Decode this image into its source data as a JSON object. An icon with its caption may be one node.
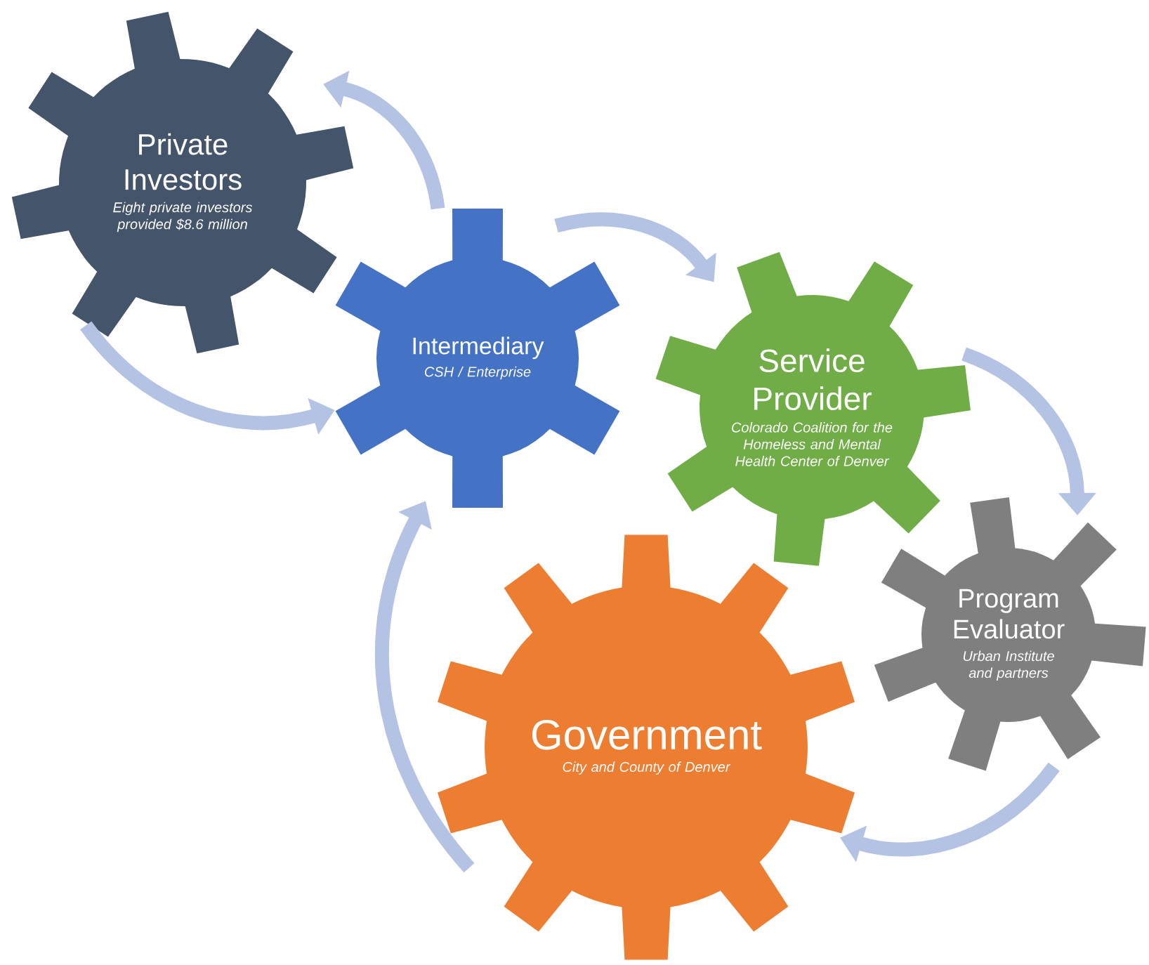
{
  "diagram": {
    "nodes": [
      {
        "text": [
          "Private Investors",
          "Eight private investors provided $8.6 million"
        ]
      },
      {
        "text": [
          "Intermediary",
          "CSH / Enterprise"
        ]
      },
      {
        "text": [
          "Service Provider",
          "Colorado Coalition for the Homeless and Mental Health Center of Denver"
        ]
      },
      {
        "text": [
          "Program Evaluator",
          "Urban Institute and partners"
        ]
      },
      {
        "text": [
          "Government",
          "City and County of Denver"
        ]
      }
    ],
    "edges": [
      {
        "from": 1,
        "to": 0,
        "arrow": "to"
      },
      {
        "from": 0,
        "to": 1,
        "arrow": "to"
      },
      {
        "from": 1,
        "to": 2,
        "arrow": "to"
      },
      {
        "from": 2,
        "to": 3,
        "arrow": "to"
      },
      {
        "from": 3,
        "to": 4,
        "arrow": "to"
      },
      {
        "from": 4,
        "to": 1,
        "arrow": "to"
      }
    ]
  }
}
